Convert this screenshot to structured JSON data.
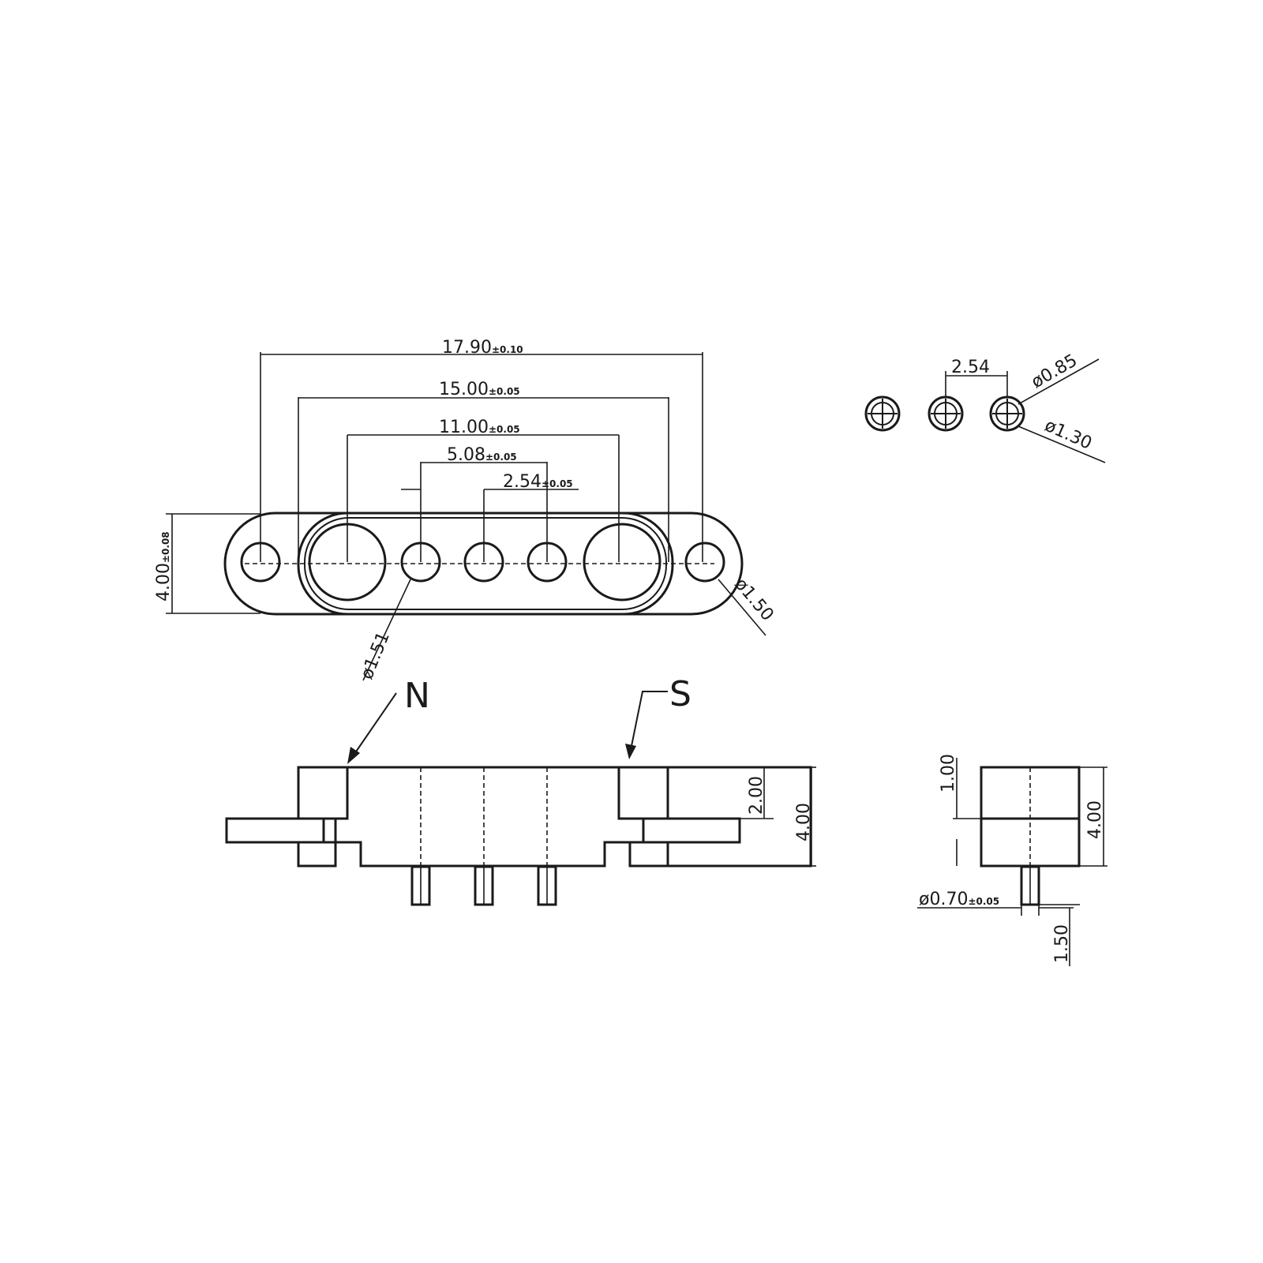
{
  "dimensions": {
    "overall_length": {
      "value": "17.90",
      "tol": "±0.10"
    },
    "magnet_spacing": {
      "value": "15.00",
      "tol": "±0.05"
    },
    "inner_spacing": {
      "value": "11.00",
      "tol": "±0.05"
    },
    "pin_span": {
      "value": "5.08",
      "tol": "±0.05"
    },
    "pin_pitch": {
      "value": "2.54",
      "tol": "±0.05"
    },
    "body_width": {
      "value": "4.00",
      "tol": "±0.08"
    },
    "pin_hole_dia": "ø1.51",
    "mount_hole_dia": "ø1.50",
    "pad_pitch": "2.54",
    "pad_inner_dia": "ø0.85",
    "pad_outer_dia": "ø1.30",
    "step_height": "2.00",
    "total_height": "4.00",
    "side_top_height": "1.00",
    "side_total_height": "4.00",
    "pin_dia": {
      "value": "ø0.70",
      "tol": "±0.05"
    },
    "pin_length": "1.50"
  },
  "labels": {
    "north": "N",
    "south": "S"
  }
}
